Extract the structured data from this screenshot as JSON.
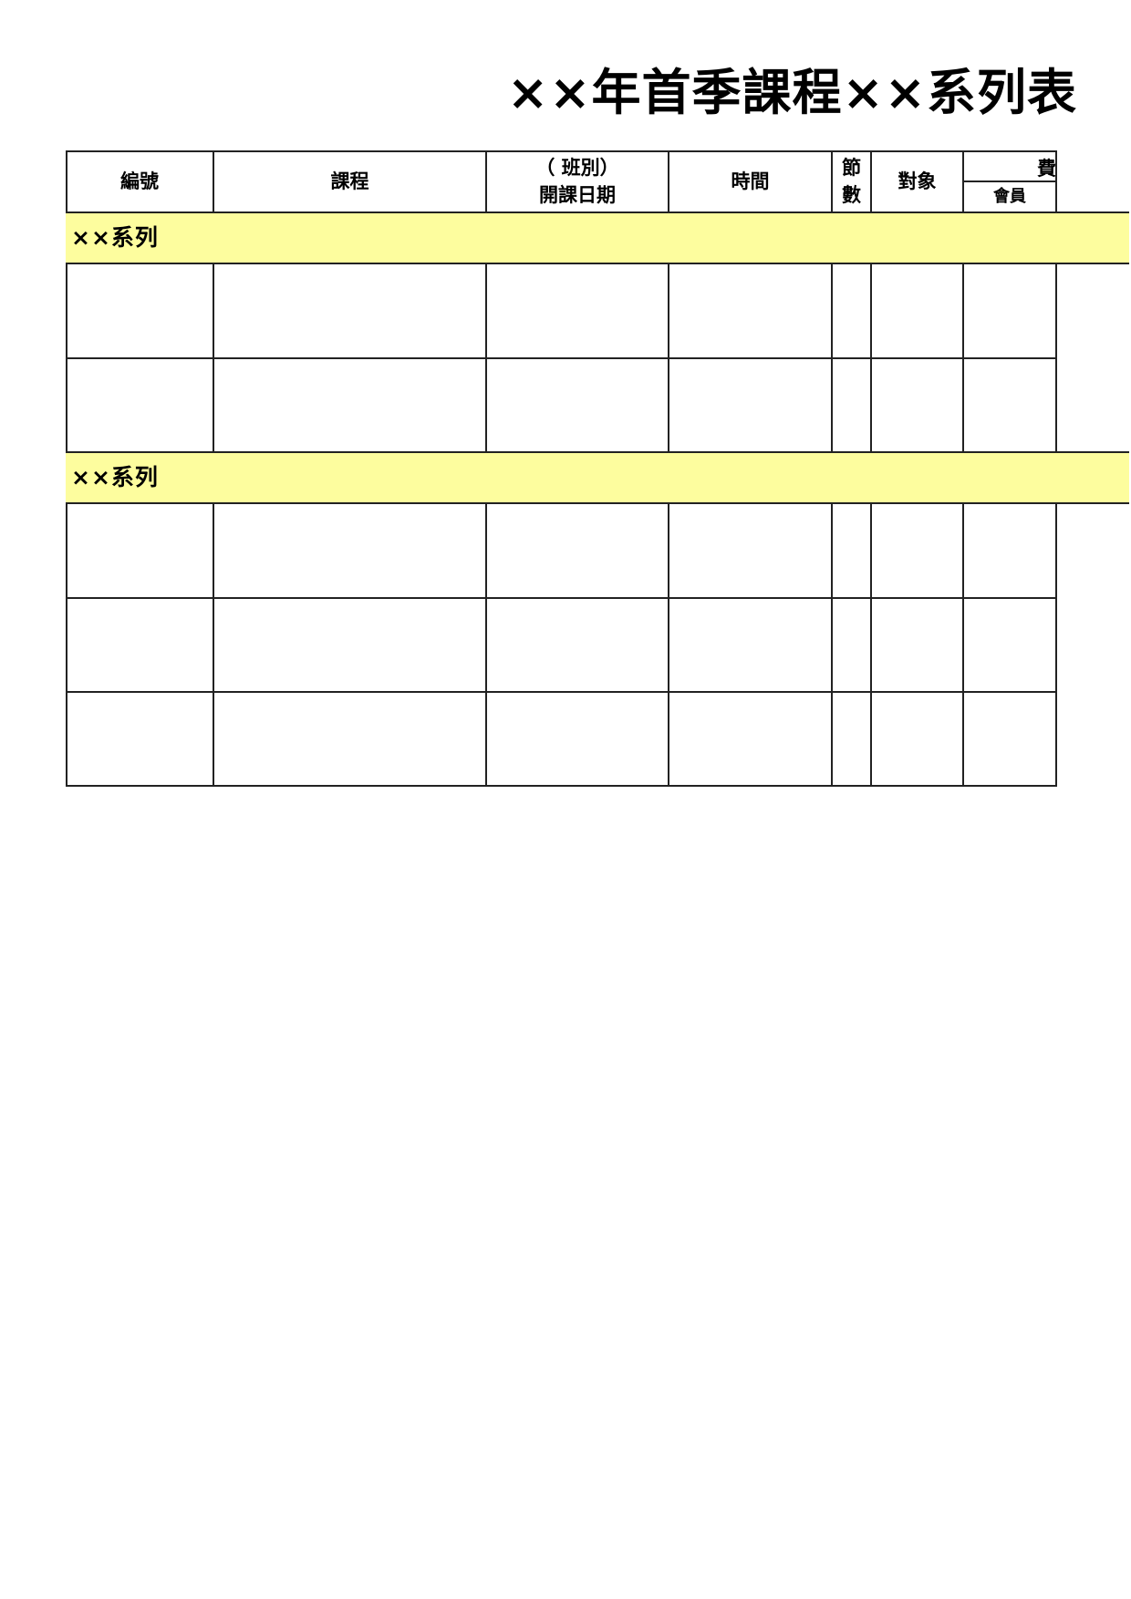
{
  "title": "××年首季課程××系列表",
  "table": {
    "headers": {
      "number": "編號",
      "course": "課程",
      "class_line1": "（ 班別）",
      "class_line2": "開課日期",
      "time": "時間",
      "sessions_line1": "節",
      "sessions_line2": "數",
      "target": "對象",
      "fee": "費",
      "member": "會員"
    },
    "sections": [
      {
        "label": "××系列",
        "rows": 2
      },
      {
        "label": "××系列",
        "rows": 3
      }
    ]
  }
}
